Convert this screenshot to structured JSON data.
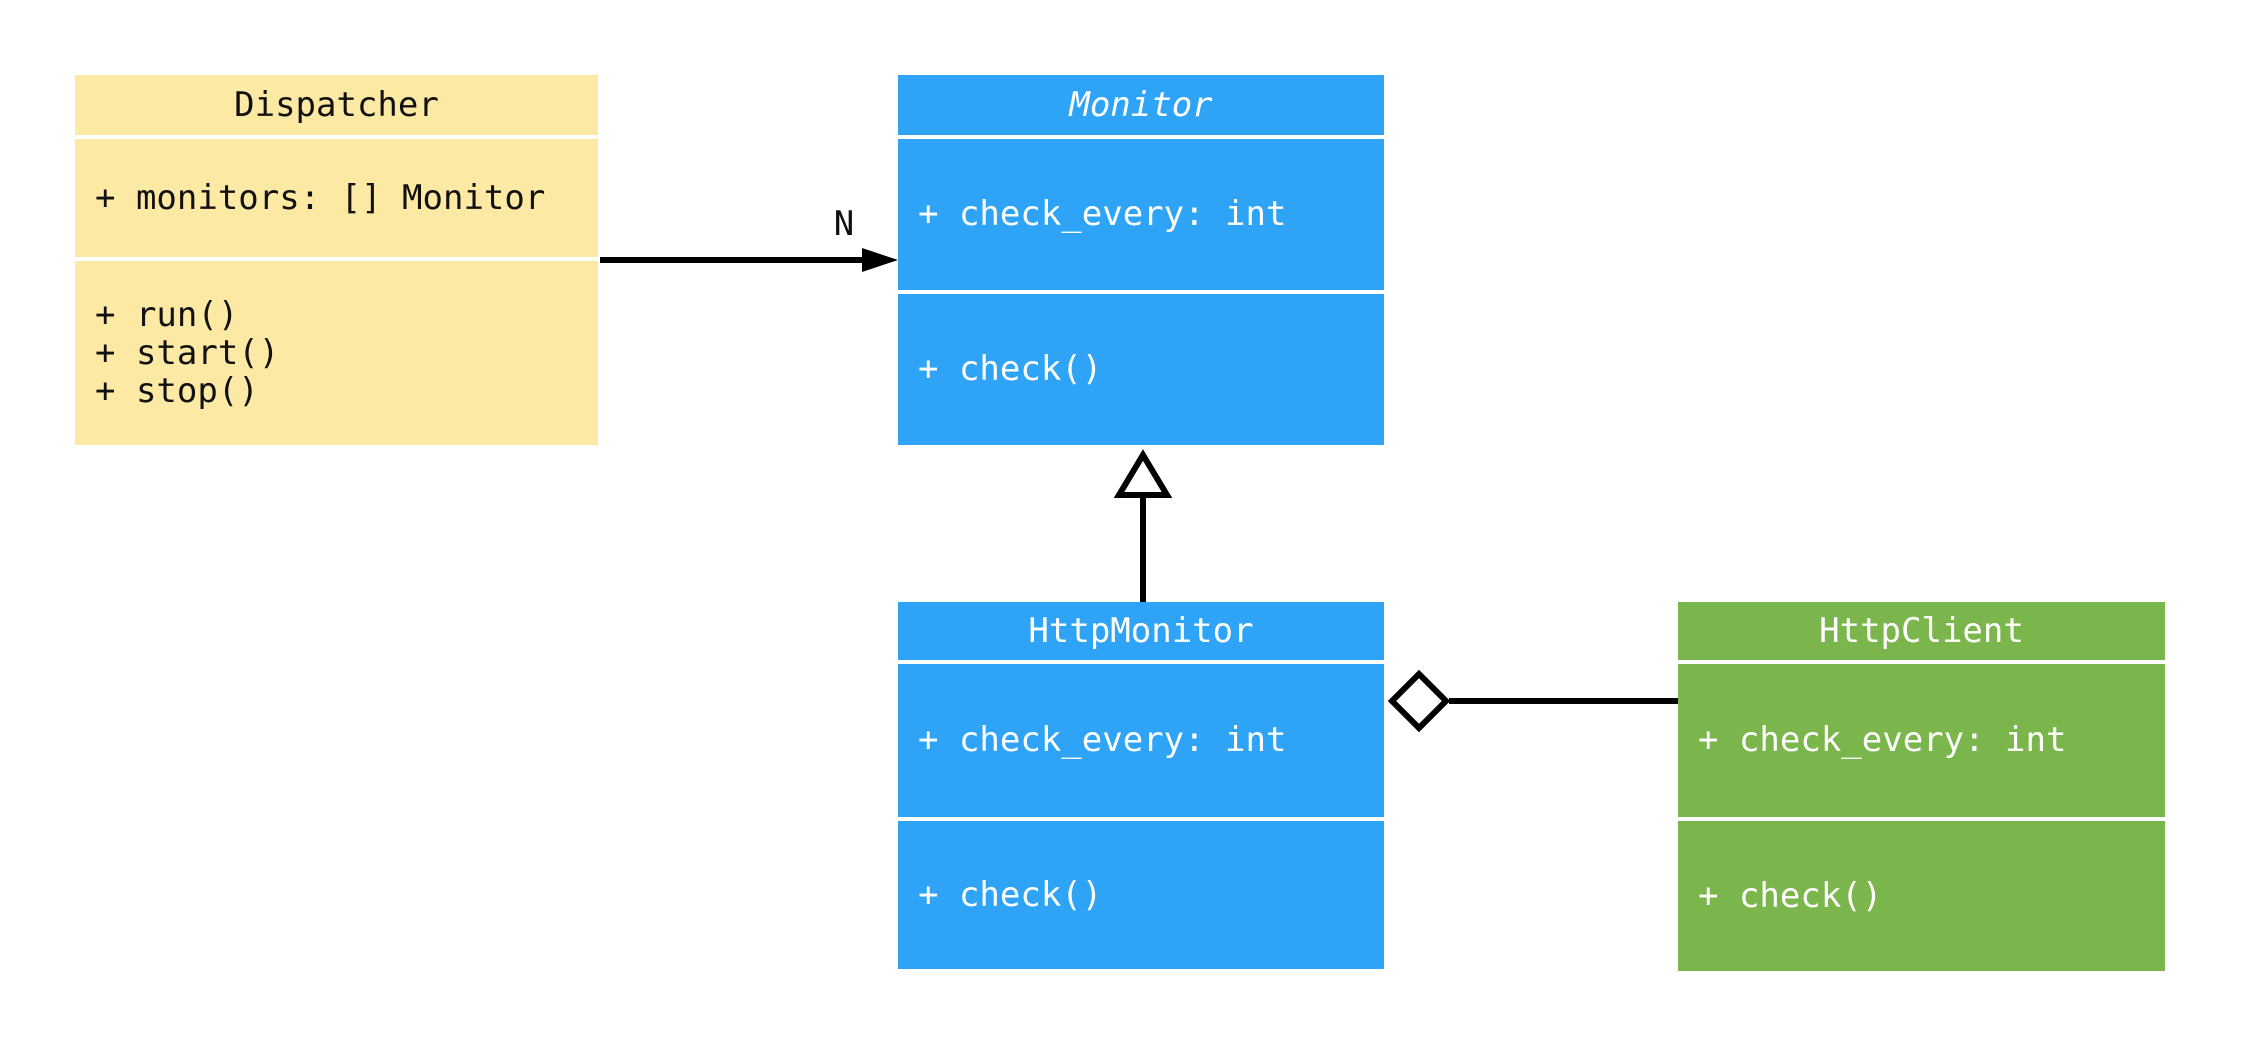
{
  "diagram": {
    "type": "uml-class-diagram",
    "background_color": "#ffffff",
    "edge_color": "#000000",
    "classes": [
      {
        "name": "Dispatcher",
        "abstract": false,
        "fill": "#FCE9A4",
        "text_color": "#111111",
        "attributes": [
          "+ monitors: [] Monitor"
        ],
        "methods": [
          "+ run()",
          "+ start()",
          "+ stop()"
        ]
      },
      {
        "name": "Monitor",
        "abstract": true,
        "fill": "#2FA4F7",
        "text_color": "#ffffff",
        "attributes": [
          "+ check_every: int"
        ],
        "methods": [
          "+ check()"
        ]
      },
      {
        "name": "HttpMonitor",
        "abstract": false,
        "fill": "#2FA4F7",
        "text_color": "#ffffff",
        "attributes": [
          "+ check_every: int"
        ],
        "methods": [
          "+ check()"
        ]
      },
      {
        "name": "HttpClient",
        "abstract": false,
        "fill": "#7BB64D",
        "text_color": "#ffffff",
        "attributes": [
          "+ check_every: int"
        ],
        "methods": [
          "+ check()"
        ]
      }
    ],
    "relationships": [
      {
        "from": "Dispatcher",
        "to": "Monitor",
        "type": "directed-association",
        "label": "N"
      },
      {
        "from": "HttpMonitor",
        "to": "Monitor",
        "type": "inheritance",
        "label": ""
      },
      {
        "from": "HttpMonitor",
        "to": "HttpClient",
        "type": "aggregation",
        "label": ""
      }
    ]
  }
}
